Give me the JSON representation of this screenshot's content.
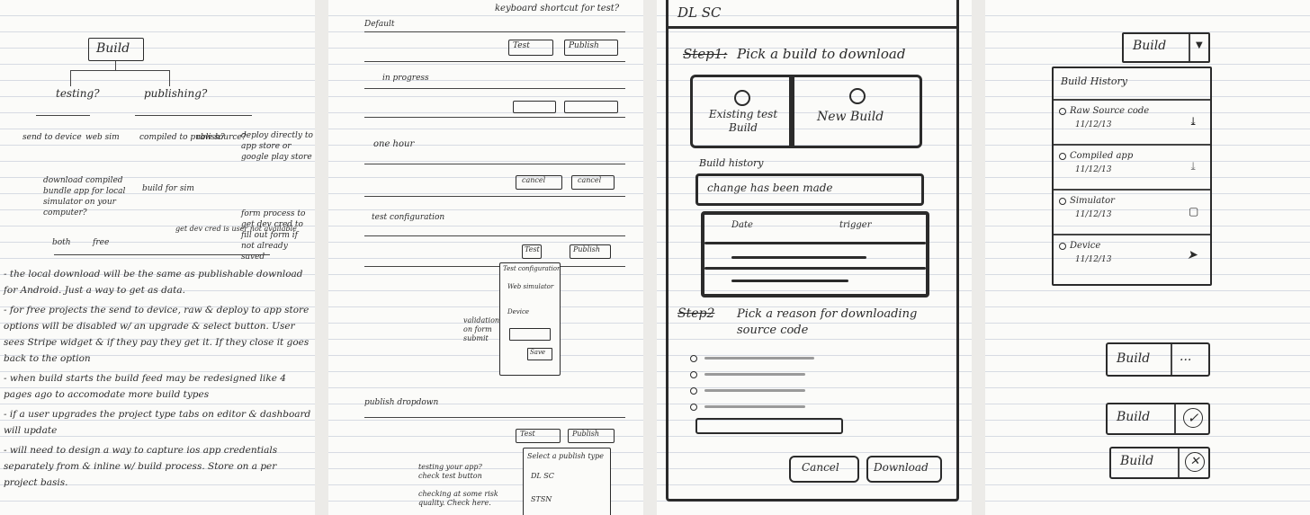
{
  "p1": {
    "build_label": "Build",
    "testing_label": "testing?",
    "publishing_label": "publishing?",
    "send_device": "send to device",
    "web_sim": "web sim",
    "compiled": "compiled to publish?",
    "raw_source": "raw source?",
    "deploy": "deploy directly to app store or google play store",
    "download_note": "download compiled bundle app for local simulator on your computer?",
    "build_label2": "build for sim",
    "both": "both",
    "free": "free",
    "get_dev": "get dev cred is user not available",
    "form_process": "form process to get dev cred to fill out form if not already saved",
    "notes": [
      "- the local download will be the same as publishable download for Android. Just a way to get as data.",
      "- for free projects the send to device, raw & deploy to app store options will be disabled w/ an upgrade & select button. User sees Stripe widget & if they pay they get it. If they close it goes back to the option",
      "- when build starts the build feed may be redesigned like 4 pages ago to accomodate more build types",
      "- if a user upgrades the project type tabs on editor & dashboard will update",
      "- will need to design a way to capture ios app credentials separately from & inline w/ build process. Store on a per project basis."
    ]
  },
  "p2": {
    "shortcut_note": "keyboard shortcut for test?",
    "default": "Default",
    "test_btn": "Test",
    "publish_btn": "Publish",
    "in_progress": "in progress",
    "one_hour": "one hour",
    "cancel": "cancel",
    "test_config": "test configuration",
    "popup_title": "Test configuration",
    "popup_opt1": "Web simulator",
    "popup_opt2": "Device",
    "popup_save": "Save",
    "validation": "validation on form submit",
    "publish_dropdown": "publish dropdown",
    "select_publish": "Select a publish type",
    "dlsc": "DL SC",
    "stsn": "STSN",
    "testing_note": "testing your app? check test button",
    "checking_note": "checking at some risk quality. Check here."
  },
  "p3": {
    "title": "DL SC",
    "step1_strike": "Step1:",
    "step1": "Pick a build to download",
    "existing": "Existing test Build",
    "new_build": "New Build",
    "build_history": "Build history",
    "change_note": "change has been made",
    "date": "Date",
    "trigger": "trigger",
    "step2_strike": "Step2",
    "step2": "Pick a reason for downloading source code",
    "cancel": "Cancel",
    "download": "Download"
  },
  "p4": {
    "build": "Build",
    "history_title": "Build History",
    "items": [
      {
        "label": "Raw Source code",
        "date": "11/12/13"
      },
      {
        "label": "Compiled app",
        "date": "11/12/13"
      },
      {
        "label": "Simulator",
        "date": "11/12/13"
      },
      {
        "label": "Device",
        "date": "11/12/13"
      }
    ],
    "more": "...",
    "check": "✓",
    "cross": "✕"
  }
}
